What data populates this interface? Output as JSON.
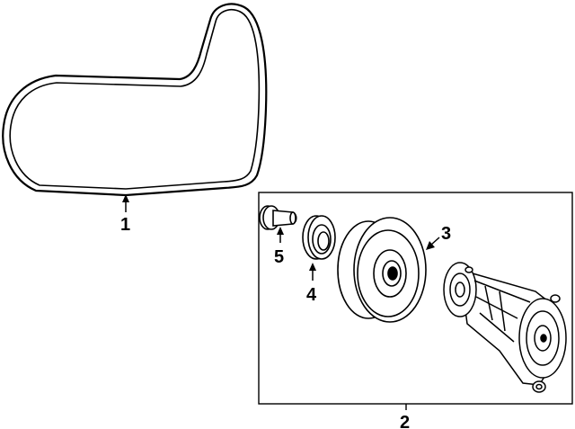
{
  "diagram": {
    "callouts": [
      {
        "id": "belt",
        "label": "1"
      },
      {
        "id": "tensioner-assembly",
        "label": "2"
      },
      {
        "id": "idler-pulley",
        "label": "3"
      },
      {
        "id": "dust-shield",
        "label": "4"
      },
      {
        "id": "pulley-bolt",
        "label": "5"
      }
    ],
    "colors": {
      "line": "#000000",
      "background": "#ffffff"
    }
  }
}
